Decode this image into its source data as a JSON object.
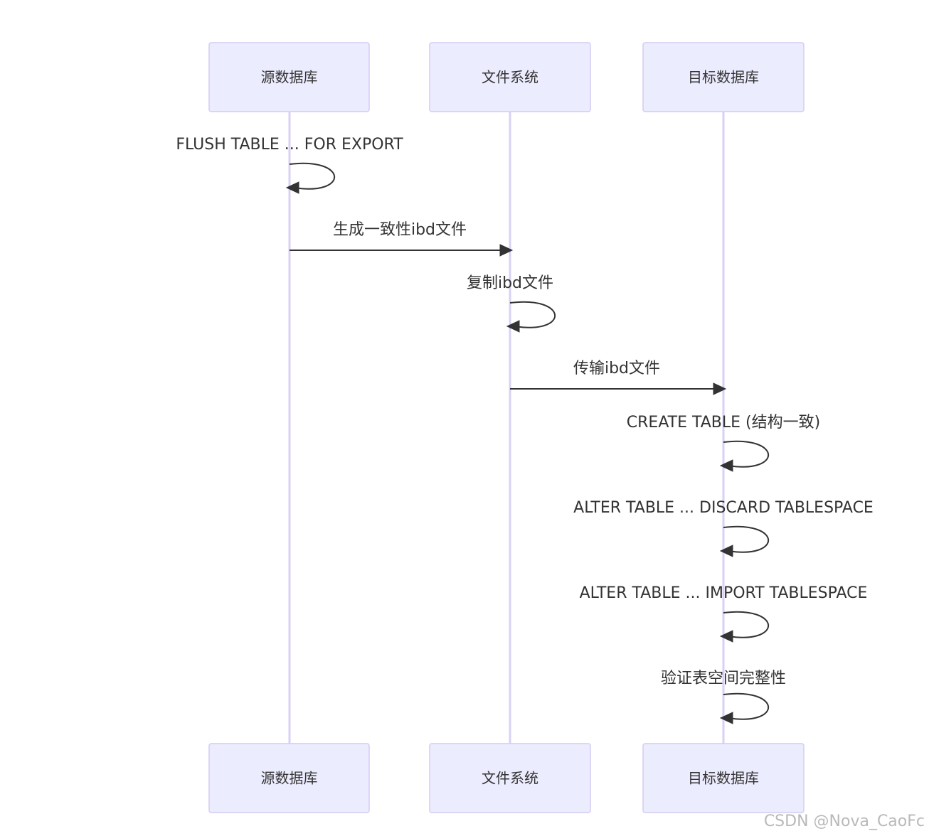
{
  "actors": [
    {
      "id": "src",
      "label": "源数据库"
    },
    {
      "id": "fs",
      "label": "文件系统"
    },
    {
      "id": "dst",
      "label": "目标数据库"
    }
  ],
  "messages": [
    {
      "from": "src",
      "to": "src",
      "label": "FLUSH TABLE ... FOR EXPORT"
    },
    {
      "from": "src",
      "to": "fs",
      "label": "生成一致性ibd文件"
    },
    {
      "from": "fs",
      "to": "fs",
      "label": "复制ibd文件"
    },
    {
      "from": "fs",
      "to": "dst",
      "label": "传输ibd文件"
    },
    {
      "from": "dst",
      "to": "dst",
      "label": "CREATE TABLE (结构一致)"
    },
    {
      "from": "dst",
      "to": "dst",
      "label": "ALTER TABLE ... DISCARD TABLESPACE"
    },
    {
      "from": "dst",
      "to": "dst",
      "label": "ALTER TABLE ... IMPORT TABLESPACE"
    },
    {
      "from": "dst",
      "to": "dst",
      "label": "验证表空间完整性"
    }
  ],
  "colors": {
    "actor_fill": "#ececff",
    "actor_border": "#d4ccf2",
    "lifeline": "#d9d0f4",
    "message": "#333333",
    "watermark": "#b9b9b9"
  },
  "watermark": "CSDN @Nova_CaoFc"
}
